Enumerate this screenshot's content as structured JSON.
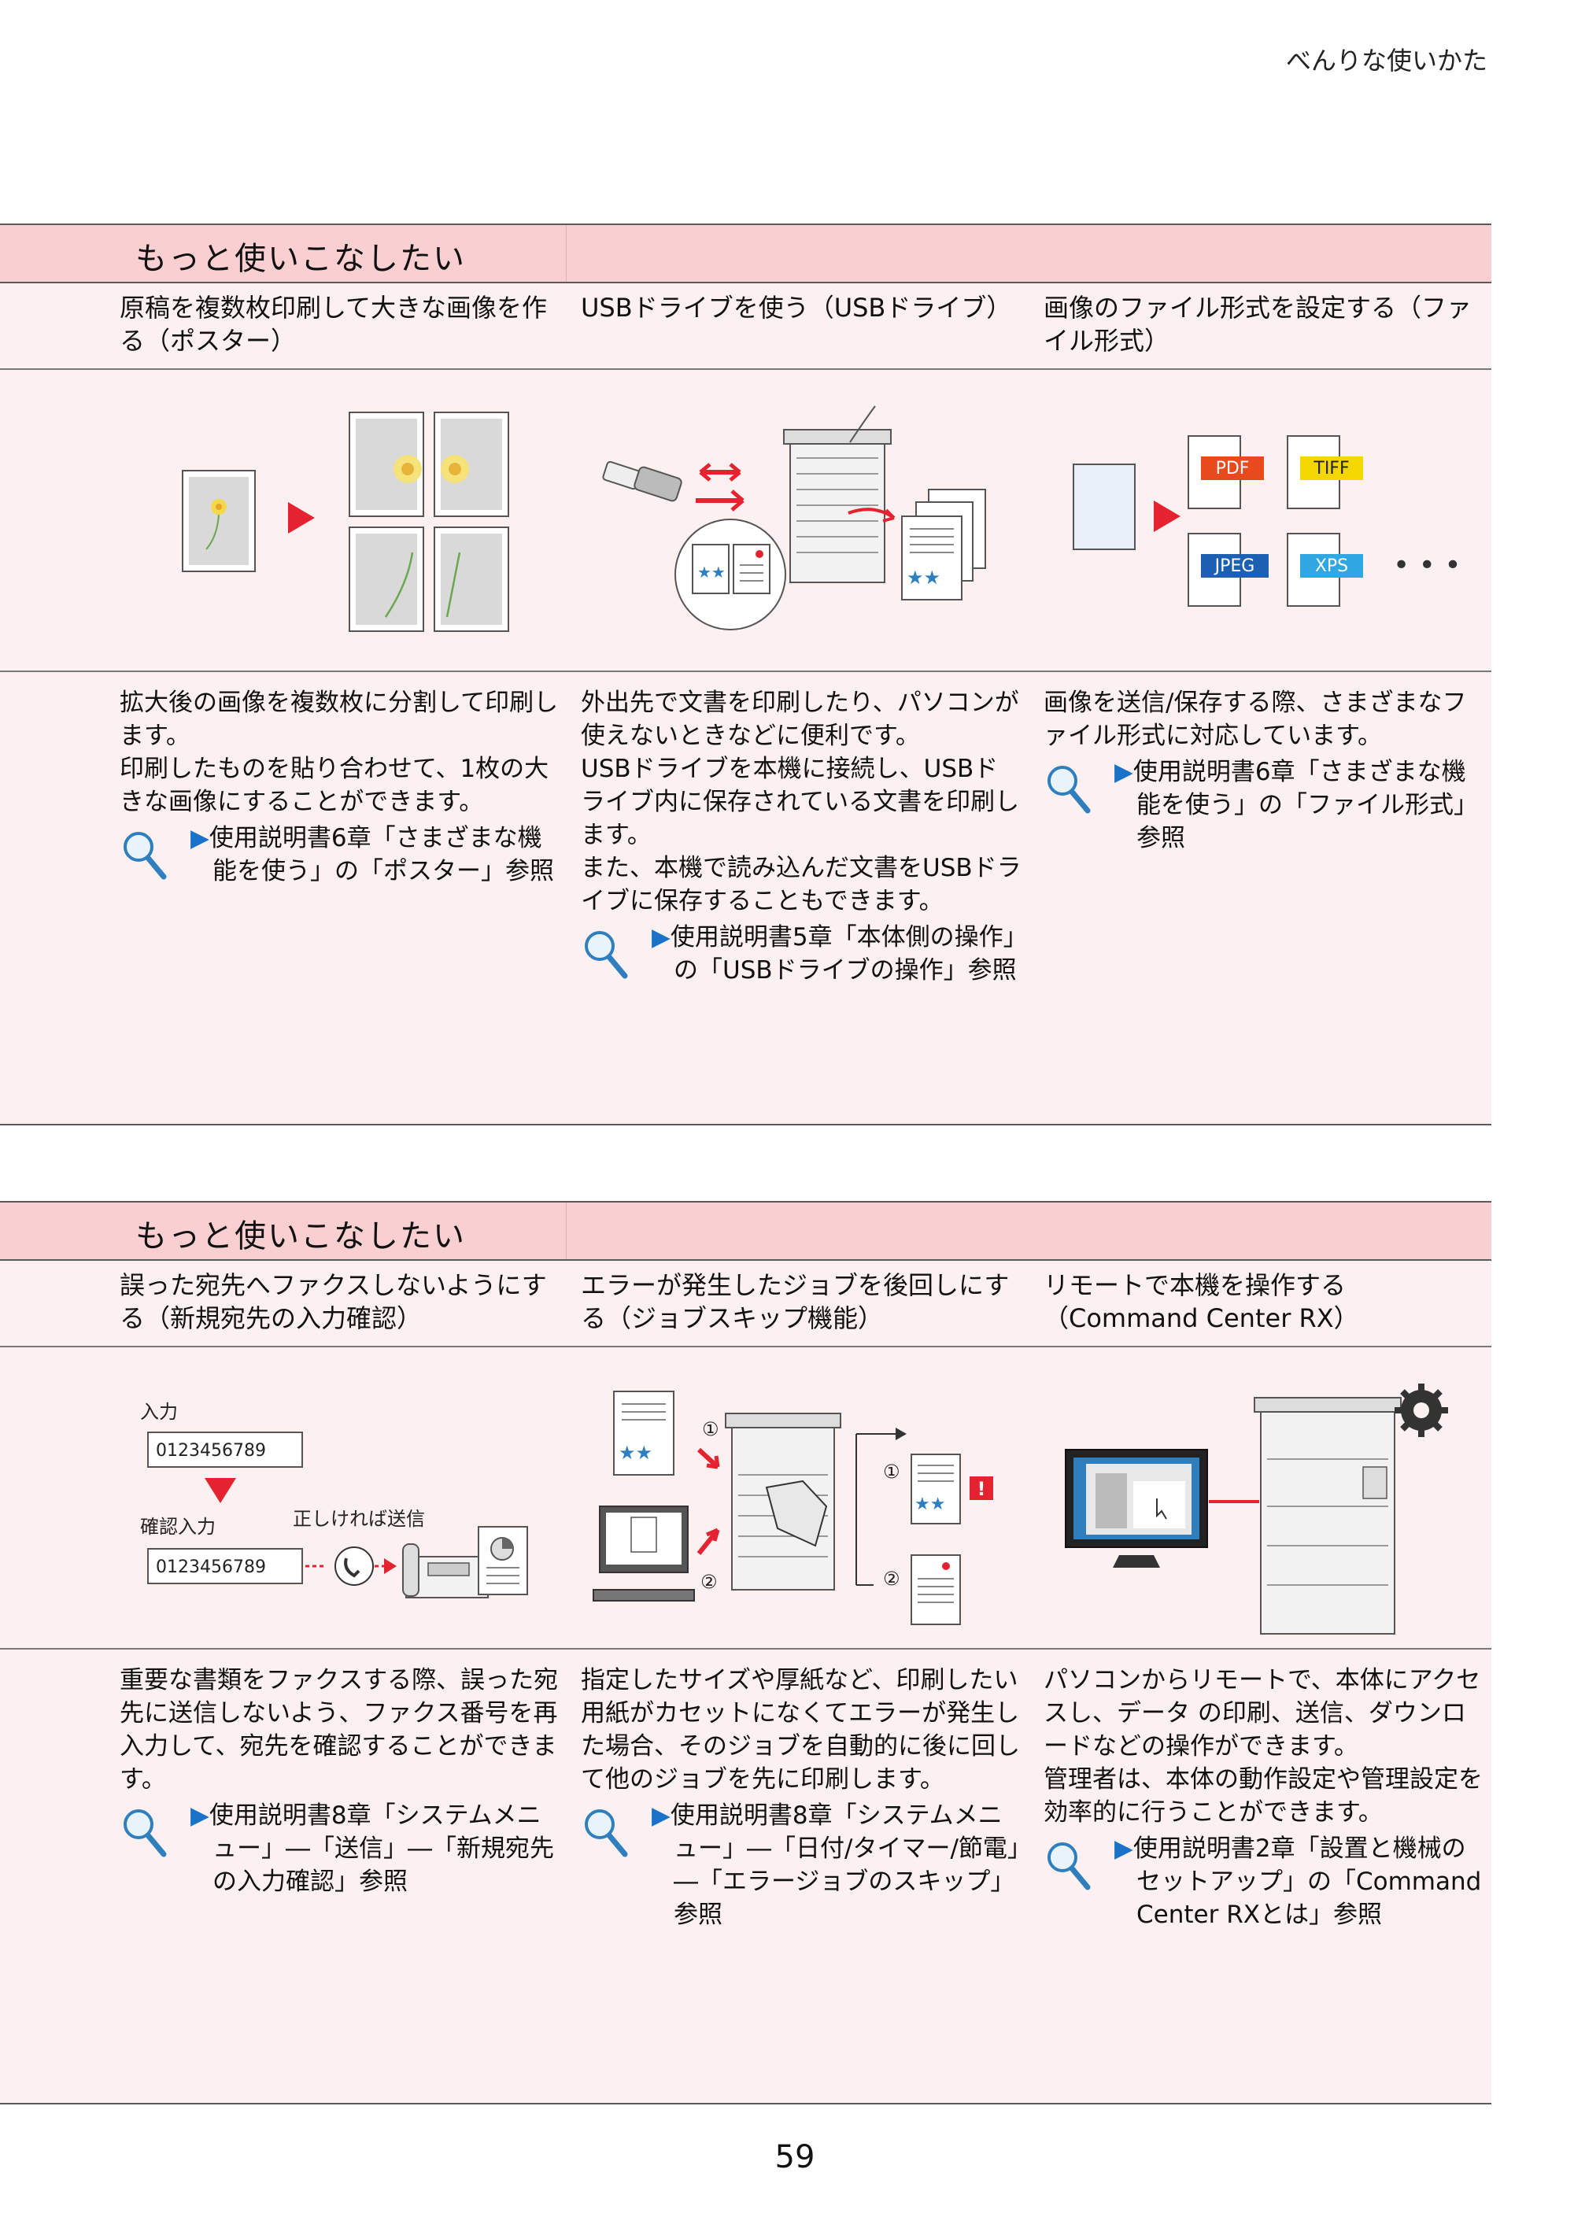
{
  "header": {
    "chapter_label": "べんりな使いかた"
  },
  "sections": [
    {
      "title": "もっと使いこなしたい",
      "columns": [
        {
          "title": "原稿を複数枚印刷して大きな画像を作る（ポスター）",
          "desc": [
            "拡大後の画像を複数枚に分割して印刷します。",
            "印刷したものを貼り合わせて、1枚の大きな画像にすることができます。"
          ],
          "ref": "▶使用説明書6章「さまざまな機能を使う」の「ポスター」参照"
        },
        {
          "title": "USBドライブを使う（USBドライブ）",
          "desc": [
            "外出先で文書を印刷したり、パソコンが使えないときなどに便利です。",
            "USBドライブを本機に接続し、USBドライブ内に保存されている文書を印刷します。",
            "また、本機で読み込んだ文書をUSBドライブに保存することもできます。"
          ],
          "ref": "▶使用説明書5章「本体側の操作」の「USBドライブの操作」参照"
        },
        {
          "title": "画像のファイル形式を設定する（ファイル形式）",
          "desc": [
            "画像を送信/保存する際、さまざまなファイル形式に対応しています。"
          ],
          "ref": "▶使用説明書6章「さまざまな機能を使う」の「ファイル形式」参照",
          "formats": [
            "PDF",
            "TIFF",
            "JPEG",
            "XPS"
          ],
          "more": "• • •"
        }
      ]
    },
    {
      "title": "もっと使いこなしたい",
      "columns": [
        {
          "title": "誤った宛先へファクスしないようにする（新規宛先の入力確認）",
          "desc": [
            "重要な書類をファクスする際、誤った宛先に送信しないよう、ファクス番号を再入力して、宛先を確認することができます。"
          ],
          "ref": "▶使用説明書8章「システムメニュー」―「送信」―「新規宛先の入力確認」参照",
          "labels": {
            "input": "入力",
            "confirm": "確認入力",
            "ok_send": "正しければ送信",
            "number": "0123456789"
          }
        },
        {
          "title": "エラーが発生したジョブを後回しにする（ジョブスキップ機能）",
          "desc": [
            "指定したサイズや厚紙など、印刷したい用紙がカセットになくてエラーが発生した場合、そのジョブを自動的に後に回して他のジョブを先に印刷します。"
          ],
          "ref": "▶使用説明書8章「システムメニュー」―「日付/タイマー/節電」―「エラージョブのスキップ」参照",
          "labels": {
            "one": "①",
            "two": "②"
          }
        },
        {
          "title": "リモートで本機を操作する（Command Center RX）",
          "desc": [
            "パソコンからリモートで、本体にアクセスし、データ の印刷、送信、ダウンロードなどの操作ができます。",
            "管理者は、本体の動作設定や管理設定を効率的に行うことができます。"
          ],
          "ref": "▶使用説明書2章「設置と機械のセットアップ」の「Command Center RXとは」参照"
        }
      ]
    }
  ],
  "page_number": "59"
}
